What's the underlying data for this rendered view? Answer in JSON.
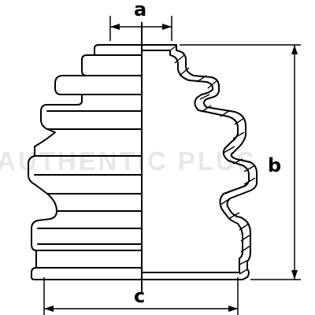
{
  "diagram": {
    "dimension_labels": {
      "a": "a",
      "b": "b",
      "c": "c"
    },
    "watermark": "AUTHENTIC PLUS",
    "colors": {
      "line": "#000000",
      "background": "#ffffff",
      "watermark": "#969696"
    }
  }
}
